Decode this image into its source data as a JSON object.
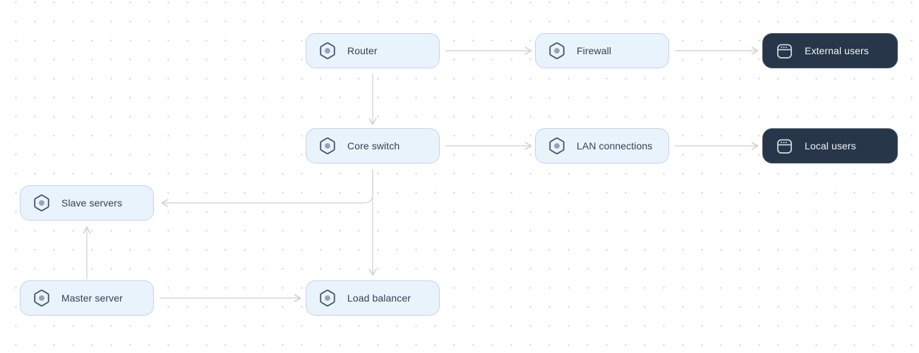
{
  "diagram": {
    "nodes": [
      {
        "id": "router",
        "label": "Router",
        "type": "device",
        "icon": "hexagon-node-icon"
      },
      {
        "id": "firewall",
        "label": "Firewall",
        "type": "device",
        "icon": "hexagon-node-icon"
      },
      {
        "id": "external-users",
        "label": "External users",
        "type": "users",
        "icon": "app-window-icon"
      },
      {
        "id": "core-switch",
        "label": "Core switch",
        "type": "device",
        "icon": "hexagon-node-icon"
      },
      {
        "id": "lan-connections",
        "label": "LAN connections",
        "type": "device",
        "icon": "hexagon-node-icon"
      },
      {
        "id": "local-users",
        "label": "Local users",
        "type": "users",
        "icon": "app-window-icon"
      },
      {
        "id": "slave-servers",
        "label": "Slave servers",
        "type": "device",
        "icon": "hexagon-node-icon"
      },
      {
        "id": "master-server",
        "label": "Master server",
        "type": "device",
        "icon": "hexagon-node-icon"
      },
      {
        "id": "load-balancer",
        "label": "Load balancer",
        "type": "device",
        "icon": "hexagon-node-icon"
      }
    ],
    "edges": [
      {
        "from": "router",
        "to": "firewall"
      },
      {
        "from": "firewall",
        "to": "external-users"
      },
      {
        "from": "router",
        "to": "core-switch"
      },
      {
        "from": "core-switch",
        "to": "lan-connections"
      },
      {
        "from": "lan-connections",
        "to": "local-users"
      },
      {
        "from": "core-switch",
        "to": "slave-servers"
      },
      {
        "from": "core-switch",
        "to": "load-balancer"
      },
      {
        "from": "master-server",
        "to": "slave-servers"
      },
      {
        "from": "master-server",
        "to": "load-balancer"
      }
    ],
    "colors": {
      "canvas_background": "#ffffff",
      "grid_dot": "#d8d8da",
      "node_fill": "#e9f3fc",
      "node_border": "#c9cff3",
      "node_text": "#334155",
      "dark_node_fill": "#273648",
      "dark_node_border": "#4a5a6e",
      "dark_node_text": "#f1f5f9",
      "edge": "#d6d6d9",
      "icon_stroke": "#475569",
      "icon_dot": "#94a3b8",
      "dark_icon_stroke": "#cbd5e1"
    }
  }
}
